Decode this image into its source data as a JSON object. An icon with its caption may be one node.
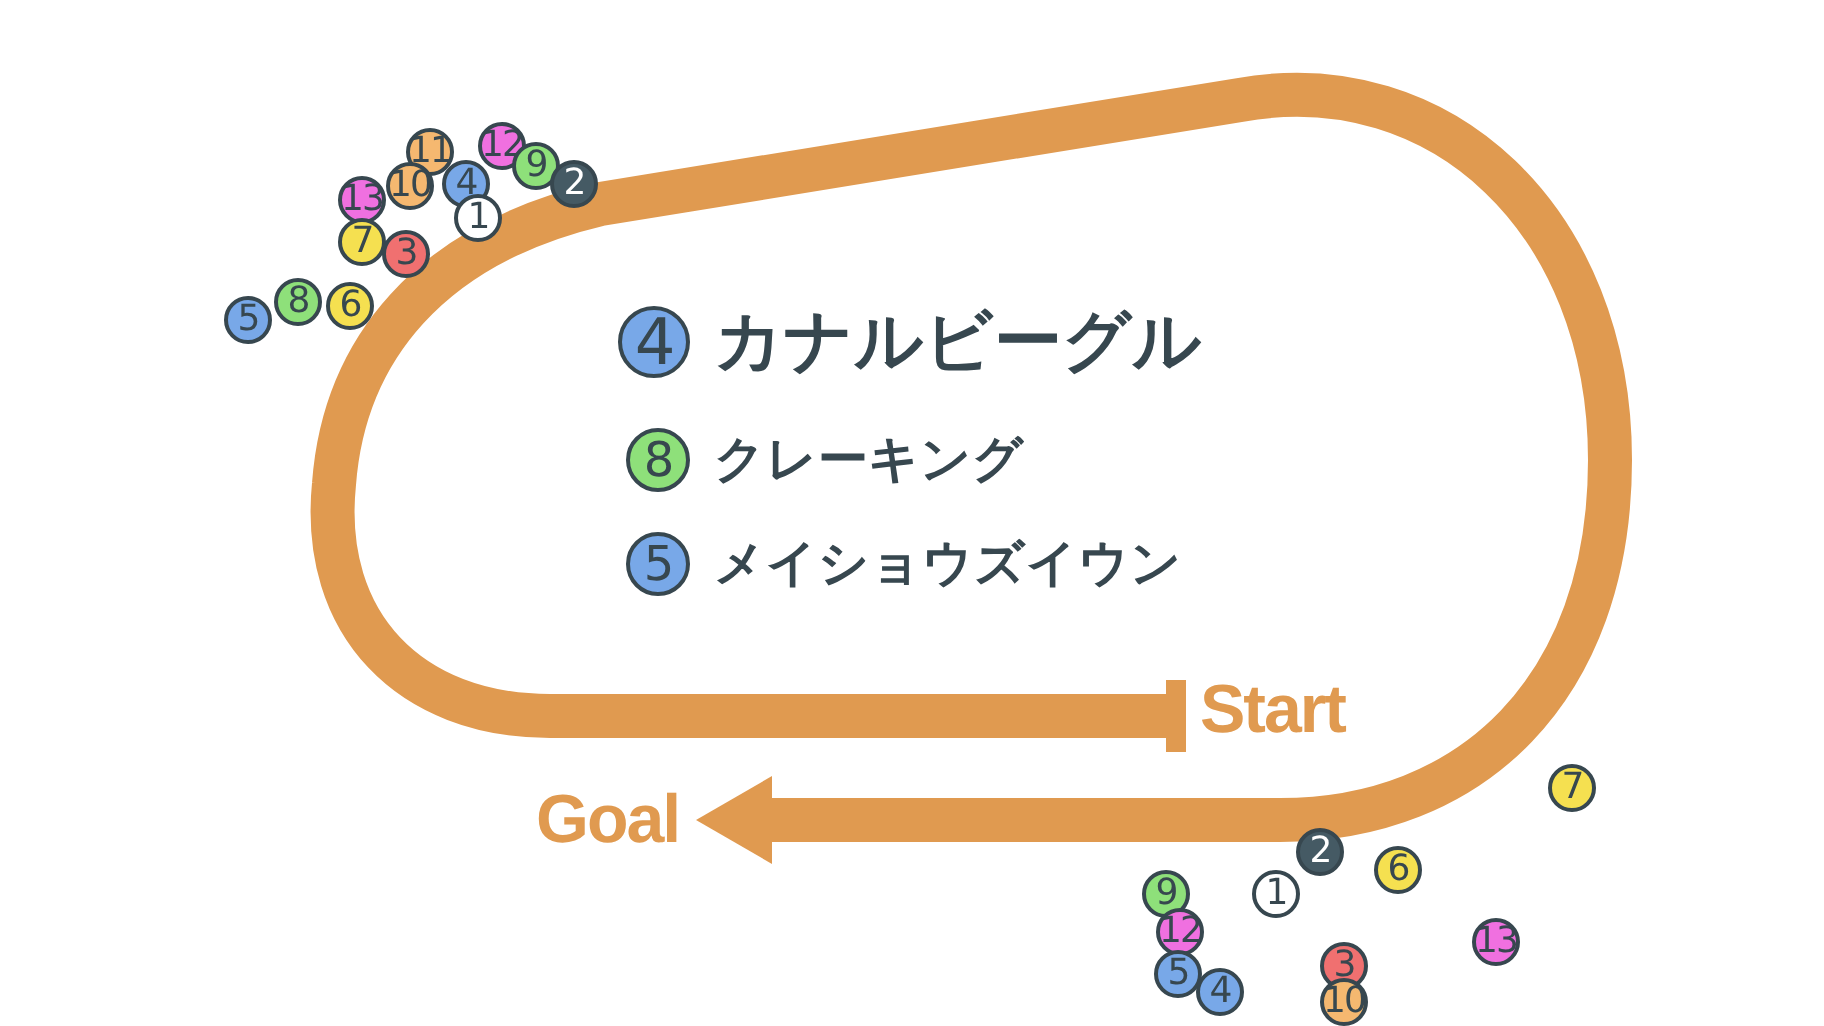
{
  "diagram": {
    "nodes": [
      {
        "text": [
          "Start"
        ]
      },
      {
        "text": [
          "Goal"
        ]
      },
      {
        "text": [
          "4"
        ],
        "beside": [
          "カナルビーグル"
        ]
      },
      {
        "text": [
          "8"
        ],
        "beside": [
          "クレーキング"
        ]
      },
      {
        "text": [
          "5"
        ],
        "beside": [
          "メイショウズイウン"
        ]
      },
      {
        "text": [
          "11"
        ]
      },
      {
        "text": [
          "12"
        ]
      },
      {
        "text": [
          "9"
        ]
      },
      {
        "text": [
          "2"
        ]
      },
      {
        "text": [
          "13"
        ]
      },
      {
        "text": [
          "10"
        ]
      },
      {
        "text": [
          "4"
        ]
      },
      {
        "text": [
          "1"
        ]
      },
      {
        "text": [
          "7"
        ]
      },
      {
        "text": [
          "3"
        ]
      },
      {
        "text": [
          "5"
        ]
      },
      {
        "text": [
          "8"
        ]
      },
      {
        "text": [
          "6"
        ]
      },
      {
        "text": [
          "7"
        ]
      },
      {
        "text": [
          "2"
        ]
      },
      {
        "text": [
          "6"
        ]
      },
      {
        "text": [
          "9"
        ]
      },
      {
        "text": [
          "1"
        ]
      },
      {
        "text": [
          "12"
        ]
      },
      {
        "text": [
          "13"
        ]
      },
      {
        "text": [
          "3"
        ]
      },
      {
        "text": [
          "5"
        ]
      },
      {
        "text": [
          "4"
        ]
      },
      {
        "text": [
          "10"
        ]
      }
    ],
    "edges": [
      {
        "from": 0,
        "to": 1,
        "arrow": "to"
      }
    ]
  }
}
